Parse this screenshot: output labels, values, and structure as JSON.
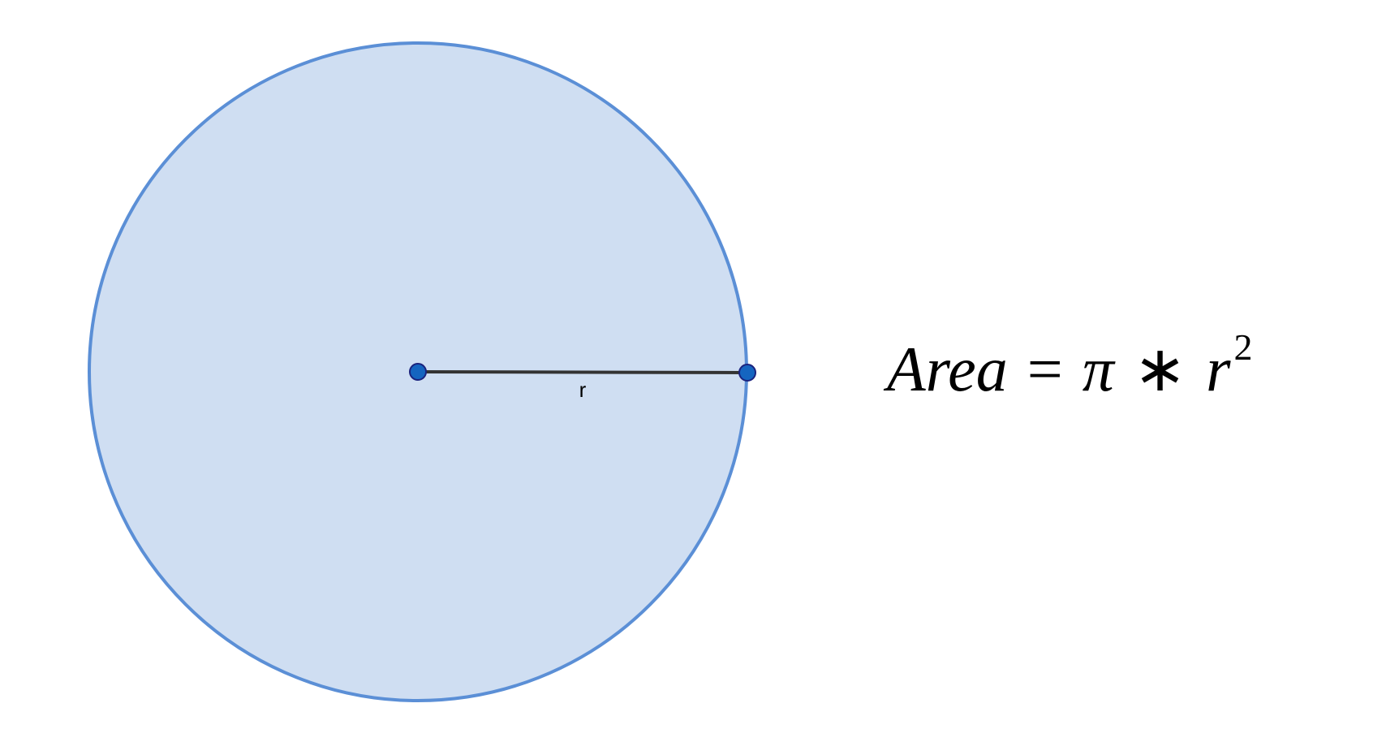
{
  "diagram": {
    "radius_label": "r",
    "formula": {
      "lhs": "Area",
      "equals": "=",
      "pi": "π",
      "times": "∗",
      "variable": "r",
      "exponent": "2"
    }
  },
  "colors": {
    "circle_fill": "#cfdef2",
    "circle_stroke": "#5b8fd6",
    "point_fill": "#1565c0",
    "point_stroke": "#1a237e",
    "segment": "#333333"
  }
}
